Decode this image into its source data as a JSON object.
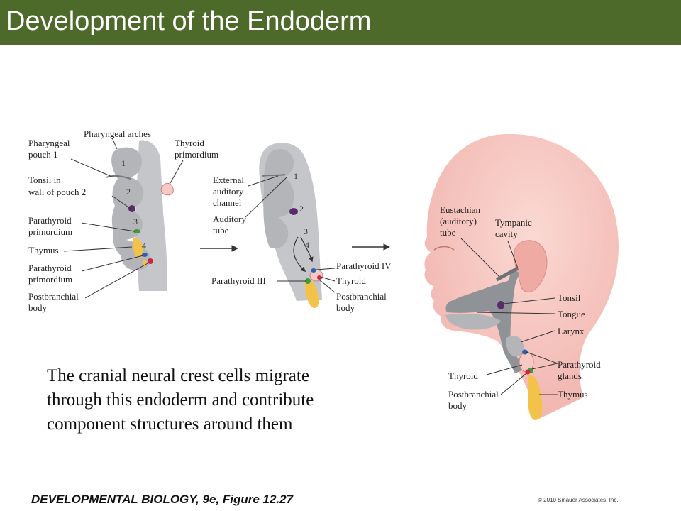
{
  "slide": {
    "title": "Development of the Endoderm",
    "body_lines": [
      "The cranial neural crest cells migrate",
      "through this endoderm and contribute",
      "component structures around them"
    ],
    "caption": "DEVELOPMENTAL BIOLOGY, 9e, Figure 12.27",
    "copyright": "© 2010 Sinauer Associates, Inc."
  },
  "figure": {
    "panel_a": {
      "labels": {
        "pharyngeal_arches": "Pharyngeal arches",
        "pharyngeal_pouch_1_l1": "Pharyngeal",
        "pharyngeal_pouch_1_l2": "pouch 1",
        "thyroid_primordium_l1": "Thyroid",
        "thyroid_primordium_l2": "primordium",
        "tonsil_l1": "Tonsil in",
        "tonsil_l2": "wall of pouch 2",
        "parathyroid_prim_a_l1": "Parathyroid",
        "parathyroid_prim_a_l2": "primordium",
        "thymus": "Thymus",
        "parathyroid_prim_b_l1": "Parathyroid",
        "parathyroid_prim_b_l2": "primordium",
        "postbranchial_l1": "Postbranchial",
        "postbranchial_l2": "body"
      },
      "numbers": [
        "1",
        "2",
        "3",
        "4"
      ]
    },
    "panel_b": {
      "labels": {
        "external_l1": "External",
        "external_l2": "auditory",
        "external_l3": "channel",
        "auditory_l1": "Auditory",
        "auditory_l2": "tube",
        "parathyroid_iii": "Parathyroid III",
        "parathyroid_iv": "Parathyroid IV",
        "thyroid": "Thyroid",
        "postbranchial_l1": "Postbranchial",
        "postbranchial_l2": "body"
      },
      "numbers": [
        "1",
        "2",
        "3",
        "4"
      ]
    },
    "panel_c": {
      "labels": {
        "eustachian_l1": "Eustachian",
        "eustachian_l2": "(auditory)",
        "eustachian_l3": "tube",
        "tympanic_l1": "Tympanic",
        "tympanic_l2": "cavity",
        "tonsil": "Tonsil",
        "tongue": "Tongue",
        "larynx": "Larynx",
        "parathyroid_l1": "Parathyroid",
        "parathyroid_l2": "glands",
        "thyroid": "Thyroid",
        "thymus": "Thymus",
        "postbranchial_l1": "Postbranchial",
        "postbranchial_l2": "body"
      }
    },
    "colors": {
      "tissue_gray": "#b9bbbe",
      "tissue_gray_dark": "#8f9296",
      "skin": "#f7c9c4",
      "thymus_yellow": "#f3c24a",
      "parathyroid_blue": "#2f5fb0",
      "parathyroid_green": "#3e9a3c",
      "postbranchial_red": "#cf2340",
      "tonsil_purple": "#5b2a6a",
      "title_green": "#4e6a2a"
    }
  }
}
